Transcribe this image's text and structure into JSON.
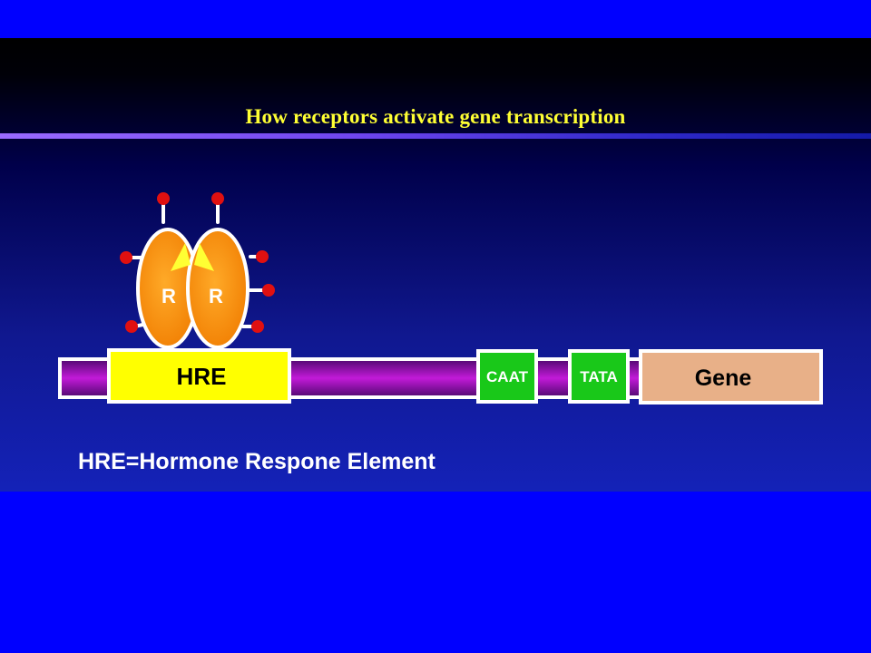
{
  "slide": {
    "title": "How receptors activate gene transcription",
    "footnote": "HRE=Hormone Respone Element"
  },
  "diagram": {
    "receptors": [
      {
        "label": "R"
      },
      {
        "label": "R"
      }
    ],
    "elements": {
      "hre": "HRE",
      "caat": "CAAT",
      "tata": "TATA",
      "gene": "Gene"
    }
  },
  "colors": {
    "title_text": "#ffff33",
    "receptor_body": "#ff9a10",
    "ligand": "#e01010",
    "hre_box": "#ffff00",
    "promoter_box": "#19c819",
    "gene_box": "#e8b088",
    "dna_strand": "#9a0fb5",
    "page_background": "#0000ff"
  }
}
